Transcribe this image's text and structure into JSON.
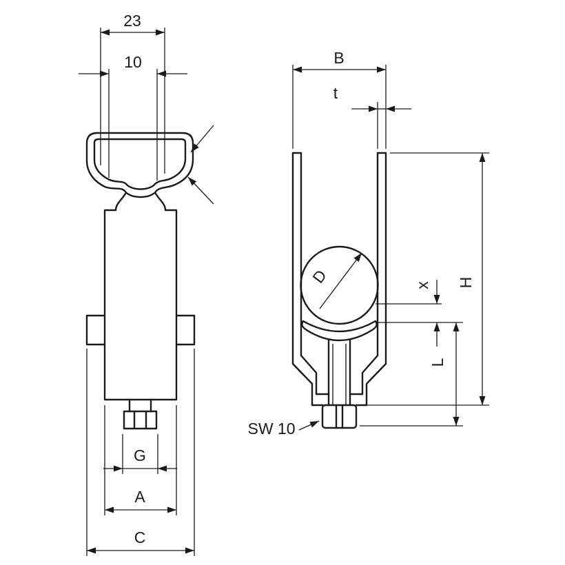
{
  "colors": {
    "line": "#1a1a1a",
    "background": "#ffffff"
  },
  "front_view": {
    "dim_top_width": "23",
    "dim_inner_width": "10",
    "dim_thread": "G",
    "dim_body_width": "A",
    "dim_overall_width": "C"
  },
  "side_view": {
    "dim_width": "B",
    "dim_material_thickness": "t",
    "dim_cable_diameter": "D",
    "dim_clamp_offset": "x",
    "dim_overall_height": "H",
    "dim_lower_height": "L",
    "wrench_size": "SW 10"
  }
}
